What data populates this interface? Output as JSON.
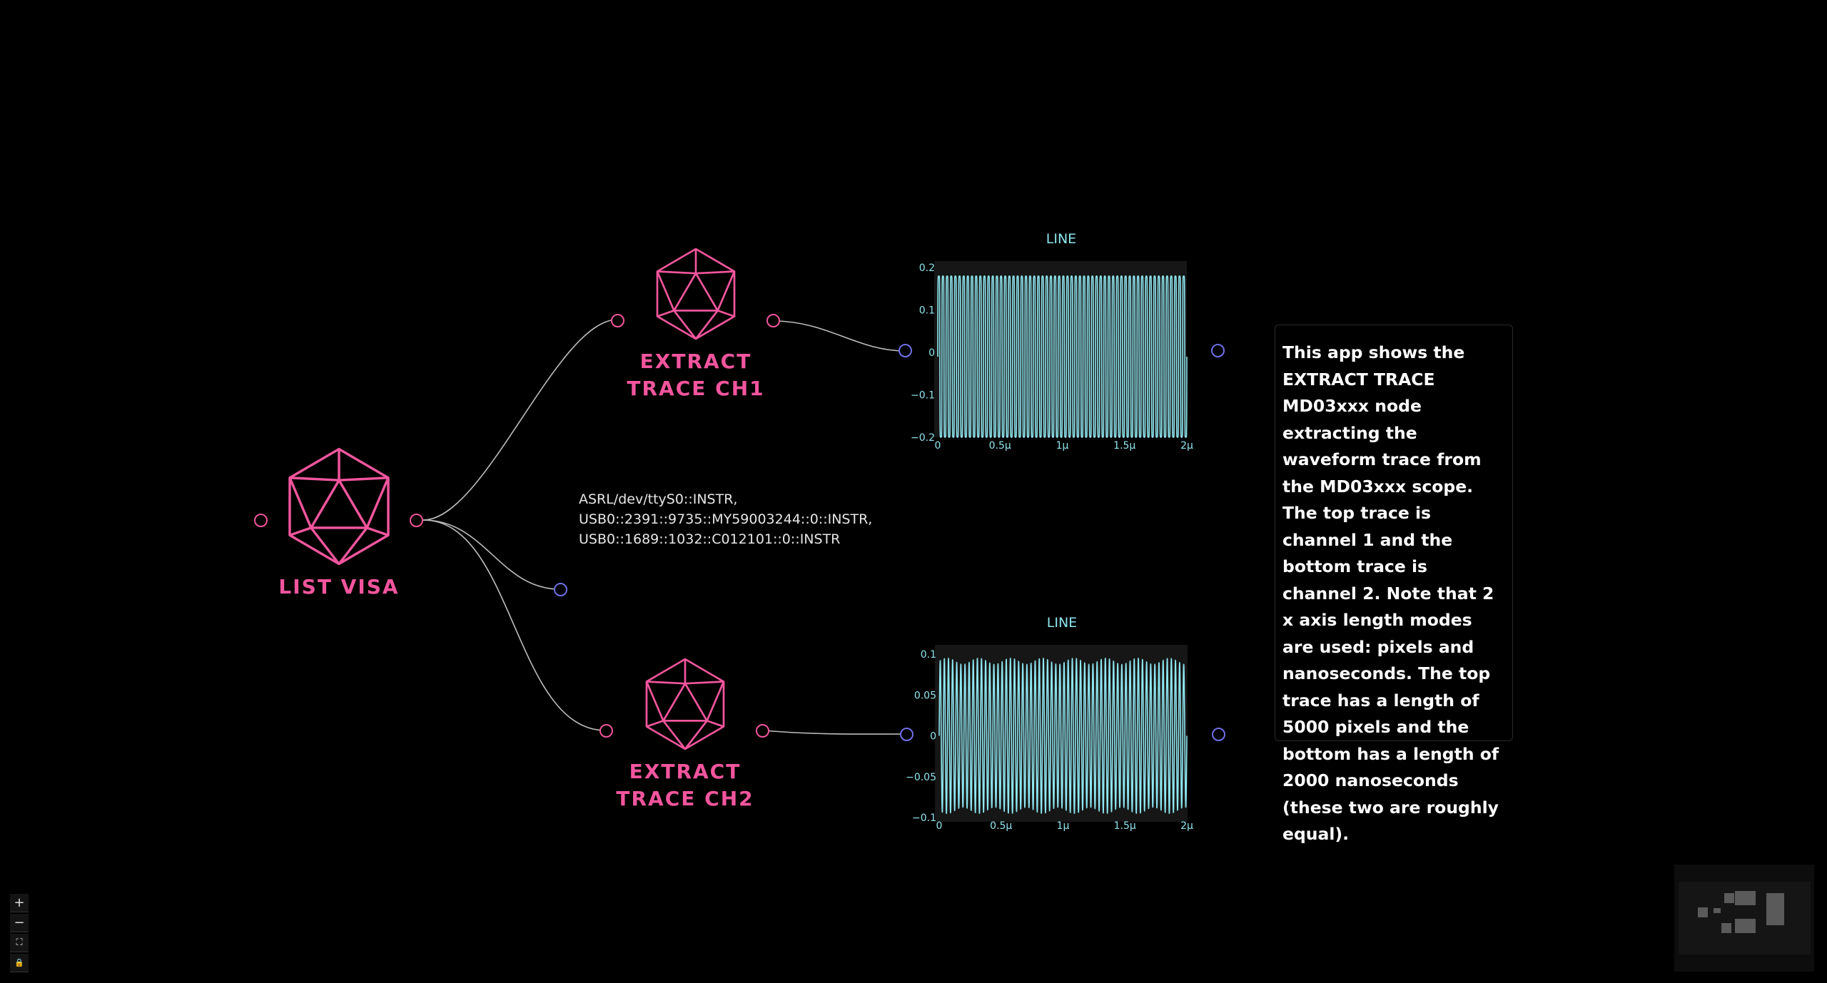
{
  "nodes": {
    "list_visa": {
      "title_line1": "LIST VISA"
    },
    "extract_ch1": {
      "title_line1": "EXTRACT",
      "title_line2": "TRACE CH1"
    },
    "extract_ch2": {
      "title_line1": "EXTRACT",
      "title_line2": "TRACE CH2"
    }
  },
  "visa_output": {
    "line1": "ASRL/dev/ttyS0::INSTR,",
    "line2": "USB0::2391::9735::MY59003244::0::INSTR,",
    "line3": "USB0::1689::1032::C012101::0::INSTR"
  },
  "note": {
    "text": "This app shows the EXTRACT TRACE MD03xxx node extracting the waveform trace from the MD03xxx scope. The top trace is channel 1 and the bottom trace is channel 2. Note that 2 x axis length modes are used: pixels and nanoseconds. The top trace has a length of 5000 pixels and the bottom has a length of 2000 nanoseconds (these two are roughly equal)."
  },
  "controls": {
    "zoom_in": "+",
    "zoom_out": "−",
    "fit": "⛶",
    "lock": "🔒"
  },
  "colors": {
    "node_pink": "#f2559d",
    "handle_blue": "#7170e6",
    "trace_cyan": "#8fe6ef",
    "edge_gray": "#bdbdbd",
    "plot_bg": "#161616"
  },
  "chart_data": [
    {
      "type": "line",
      "title": "LINE",
      "x_ticks": [
        "0",
        "0.5μ",
        "1μ",
        "1.5μ",
        "2μ"
      ],
      "y_ticks": [
        "0.2",
        "0.1",
        "0",
        "−0.1",
        "−0.2"
      ],
      "xlim": [
        0,
        2
      ],
      "ylim": [
        -0.2,
        0.2
      ],
      "x_unit": "μ",
      "series": [
        {
          "waveform": "square-like oscillation",
          "cycles": 60,
          "amplitude": 0.19,
          "offset": -0.01
        }
      ]
    },
    {
      "type": "line",
      "title": "LINE",
      "x_ticks": [
        "0",
        "0.5μ",
        "1μ",
        "1.5μ",
        "2μ"
      ],
      "y_ticks": [
        "0.1",
        "0.05",
        "0",
        "−0.05",
        "−0.1"
      ],
      "xlim": [
        0,
        2
      ],
      "ylim": [
        -0.1,
        0.1
      ],
      "x_unit": "μ",
      "series": [
        {
          "waveform": "sine-like oscillation",
          "cycles": 60,
          "amplitude": 0.095,
          "offset": 0
        }
      ]
    }
  ]
}
